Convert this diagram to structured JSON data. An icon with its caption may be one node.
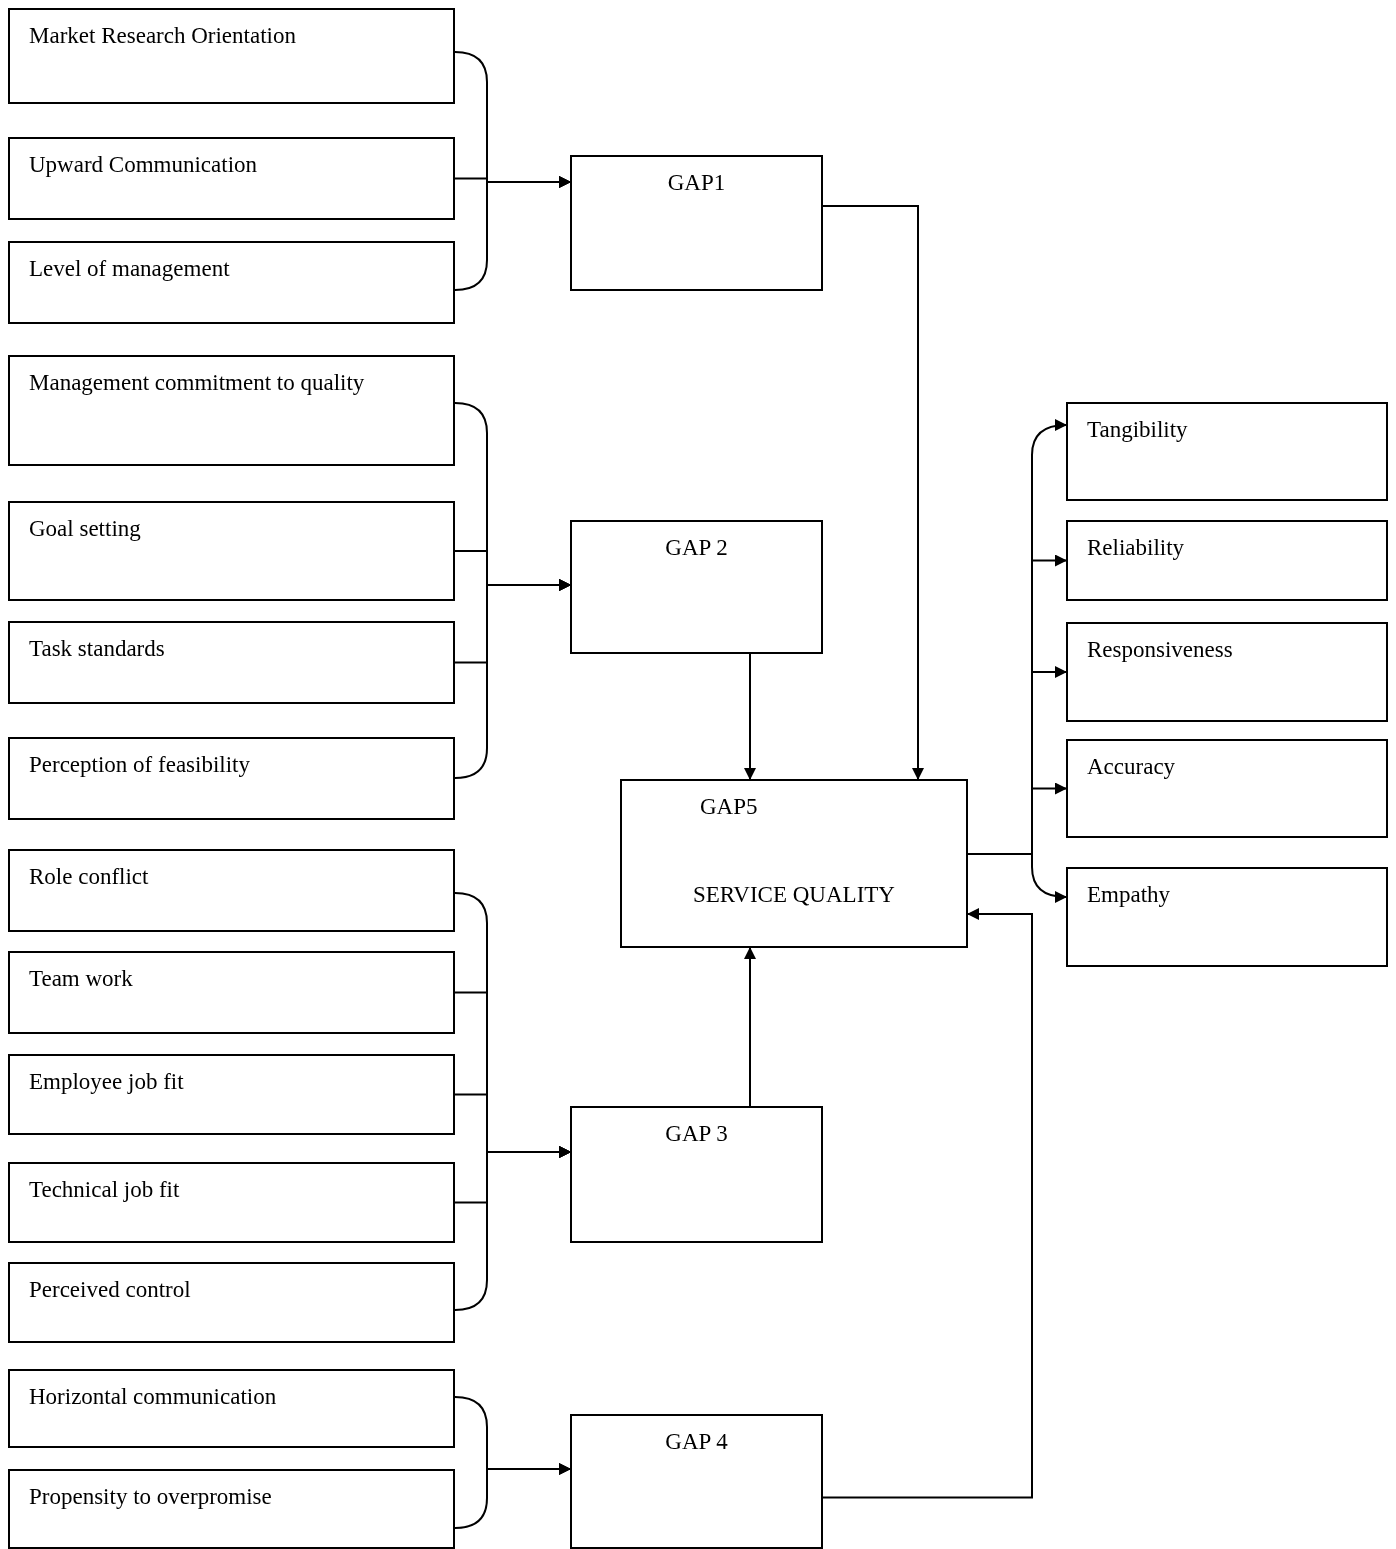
{
  "diagram": {
    "nodes": [
      {
        "text": [
          "Market Research Orientation"
        ]
      },
      {
        "text": [
          "Upward Communication"
        ]
      },
      {
        "text": [
          "Level of management"
        ]
      },
      {
        "text": [
          "GAP1"
        ]
      },
      {
        "text": [
          "Management commitment to quality"
        ]
      },
      {
        "text": [
          "Goal setting"
        ]
      },
      {
        "text": [
          "Task standards"
        ]
      },
      {
        "text": [
          "Perception of feasibility"
        ]
      },
      {
        "text": [
          "GAP 2"
        ]
      },
      {
        "text": [
          "Tangibility"
        ]
      },
      {
        "text": [
          "Reliability"
        ]
      },
      {
        "text": [
          "Responsiveness"
        ]
      },
      {
        "text": [
          "Accuracy"
        ]
      },
      {
        "text": [
          "GAP5",
          "SERVICE QUALITY"
        ]
      },
      {
        "text": [
          "Empathy"
        ]
      },
      {
        "text": [
          "Role conflict"
        ]
      },
      {
        "text": [
          "Team work"
        ]
      },
      {
        "text": [
          "Employee job fit"
        ]
      },
      {
        "text": [
          "Technical job fit"
        ]
      },
      {
        "text": [
          "Perceived control"
        ]
      },
      {
        "text": [
          "GAP 3"
        ]
      },
      {
        "text": [
          "Horizontal communication"
        ]
      },
      {
        "text": [
          "Propensity to overpromise"
        ]
      },
      {
        "text": [
          "GAP 4"
        ]
      }
    ],
    "edges": [
      {
        "from": 0,
        "to": 3,
        "arrow": "to"
      },
      {
        "from": 1,
        "to": 3,
        "arrow": "to"
      },
      {
        "from": 2,
        "to": 3,
        "arrow": "to"
      },
      {
        "from": 4,
        "to": 8,
        "arrow": "to"
      },
      {
        "from": 5,
        "to": 8,
        "arrow": "to"
      },
      {
        "from": 6,
        "to": 8,
        "arrow": "to"
      },
      {
        "from": 7,
        "to": 8,
        "arrow": "to"
      },
      {
        "from": 15,
        "to": 20,
        "arrow": "to"
      },
      {
        "from": 16,
        "to": 20,
        "arrow": "to"
      },
      {
        "from": 17,
        "to": 20,
        "arrow": "to"
      },
      {
        "from": 18,
        "to": 20,
        "arrow": "to"
      },
      {
        "from": 19,
        "to": 20,
        "arrow": "to"
      },
      {
        "from": 21,
        "to": 23,
        "arrow": "to"
      },
      {
        "from": 22,
        "to": 23,
        "arrow": "to"
      },
      {
        "from": 3,
        "to": 13,
        "arrow": "to"
      },
      {
        "from": 8,
        "to": 13,
        "arrow": "to"
      },
      {
        "from": 20,
        "to": 13,
        "arrow": "to"
      },
      {
        "from": 23,
        "to": 13,
        "arrow": "to"
      },
      {
        "from": 13,
        "to": 9,
        "arrow": "to"
      },
      {
        "from": 13,
        "to": 10,
        "arrow": "to"
      },
      {
        "from": 13,
        "to": 11,
        "arrow": "to"
      },
      {
        "from": 13,
        "to": 12,
        "arrow": "to"
      },
      {
        "from": 13,
        "to": 14,
        "arrow": "to"
      }
    ]
  }
}
